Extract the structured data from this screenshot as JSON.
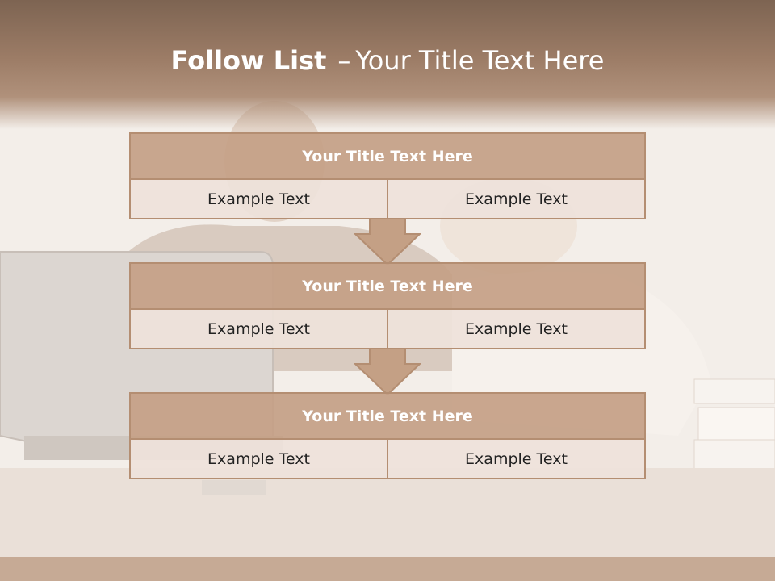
{
  "slide": {
    "title_bold": "Follow List",
    "title_separator": "–",
    "title_rest": "Your Title Text Here"
  },
  "blocks": [
    {
      "header": "Your Title Text Here",
      "cells": [
        "Example Text",
        "Example Text"
      ]
    },
    {
      "header": "Your Title Text Here",
      "cells": [
        "Example Text",
        "Example Text"
      ]
    },
    {
      "header": "Your Title Text Here",
      "cells": [
        "Example Text",
        "Example Text"
      ]
    }
  ],
  "colors": {
    "accent_brown": "#b48e72",
    "header_fill": "#c4a085",
    "row_fill": "#eee2da",
    "title_band": "#9c7c66"
  },
  "background": {
    "image": "business-people-at-desk-with-laptop-photo"
  }
}
